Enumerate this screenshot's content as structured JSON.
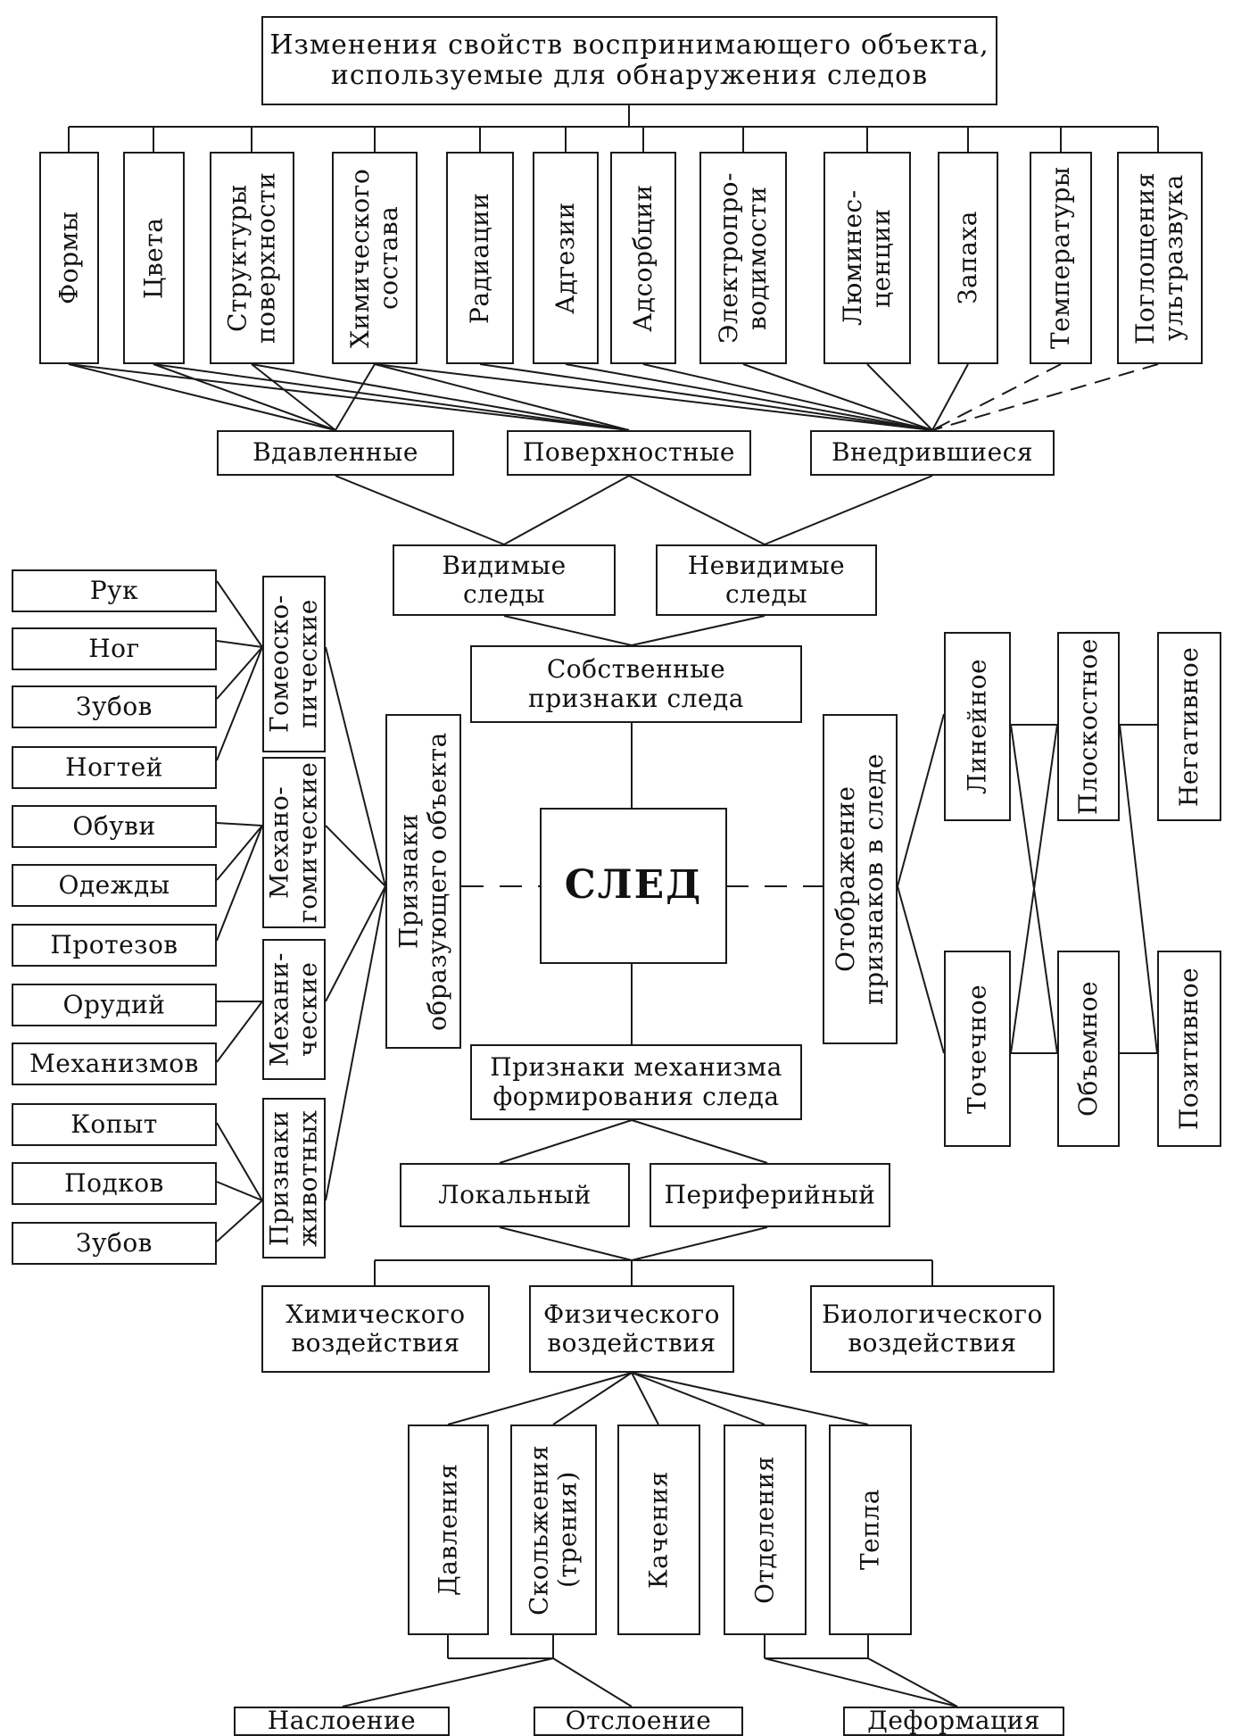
{
  "top": {
    "title": "Изменения свойств воспринимающего объекта,\nиспользуемые для обнаружения следов"
  },
  "properties": [
    "Формы",
    "Цвета",
    "Структуры\nповерхности",
    "Химического\nсостава",
    "Радиации",
    "Адгезии",
    "Адсорбции",
    "Электропро-\nводимости",
    "Люминес-\nценции",
    "Запаха",
    "Температуры",
    "Поглощения\nультразвука"
  ],
  "depth_types": [
    "Вдавленные",
    "Поверхностные",
    "Внедрившиеся"
  ],
  "visibility": [
    "Видимые\nследы",
    "Невидимые\nследы"
  ],
  "own_features": "Собственные\nпризнаки следа",
  "center": "СЛЕД",
  "object_features": "Признаки\nобразующего объекта",
  "left_groups": [
    "Гомеоско-\nпические",
    "Механо-\nгомические",
    "Механи-\nческие",
    "Признаки\nживотных"
  ],
  "left_items": [
    "Рук",
    "Ног",
    "Зубов",
    "Ногтей",
    "Обуви",
    "Одежды",
    "Протезов",
    "Орудий",
    "Механизмов",
    "Копыт",
    "Подков",
    "Зубов"
  ],
  "display_features": "Отображение\nпризнаков в следе",
  "right_items": [
    "Линейное",
    "Плоскостное",
    "Негативное",
    "Точечное",
    "Объемное",
    "Позитивное"
  ],
  "mechanism": "Признаки механизма\nформирования следа",
  "contact": [
    "Локальный",
    "Периферийный"
  ],
  "impact": [
    "Химического\nвоздействия",
    "Физического\nвоздействия",
    "Биологического\nвоздействия"
  ],
  "physical": [
    "Давления",
    "Скольжения\n(трения)",
    "Качения",
    "Отделения",
    "Тепла"
  ],
  "results": [
    "Наслоение",
    "Отслоение",
    "Деформация"
  ]
}
